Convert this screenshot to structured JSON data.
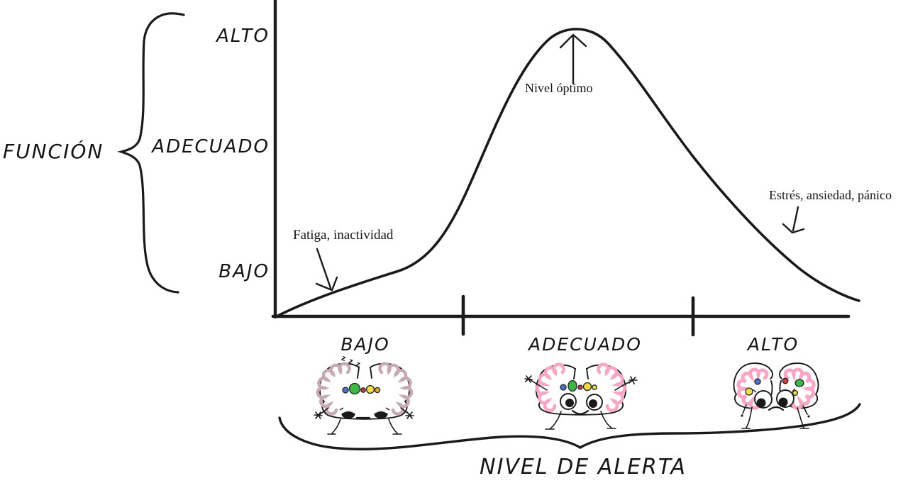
{
  "figure": {
    "y_axis": {
      "title": "FUNCIÓN",
      "label_high": "ALTO",
      "label_mid": "ADECUADO",
      "label_low": "BAJO"
    },
    "x_axis": {
      "title": "NIVEL DE ALERTA",
      "label_low": "BAJO",
      "label_mid": "ADECUADO",
      "label_high": "ALTO"
    },
    "annotations": {
      "peak": "Nivel óptimo",
      "low_zone": "Fatiga, inactividad",
      "high_zone": "Estrés, ansiedad, pánico"
    },
    "sleep_zzz": "z z z"
  },
  "colors": {
    "ink": "#1a1a1a",
    "squiggle_muted": "#c7a9b3",
    "squiggle_pink": "#f7a6c3",
    "dot_blue": "#4a72cd",
    "dot_green": "#3eb544",
    "dot_red": "#c94040",
    "dot_yellow": "#efdc4b",
    "dot_orange": "#e2a53c"
  },
  "chart_data": {
    "type": "line",
    "title": "",
    "xlabel": "NIVEL DE ALERTA",
    "ylabel": "FUNCIÓN",
    "x_categories": [
      "BAJO",
      "ADECUADO",
      "ALTO"
    ],
    "y_categories": [
      "BAJO",
      "ADECUADO",
      "ALTO"
    ],
    "curve_points_norm": [
      [
        0.0,
        0.0
      ],
      [
        0.21,
        0.15
      ],
      [
        0.33,
        0.38
      ],
      [
        0.52,
        1.0
      ],
      [
        0.73,
        0.5
      ],
      [
        1.0,
        0.05
      ]
    ],
    "annotations": [
      "Fatiga, inactividad",
      "Nivel óptimo",
      "Estrés, ansiedad, pánico"
    ]
  }
}
